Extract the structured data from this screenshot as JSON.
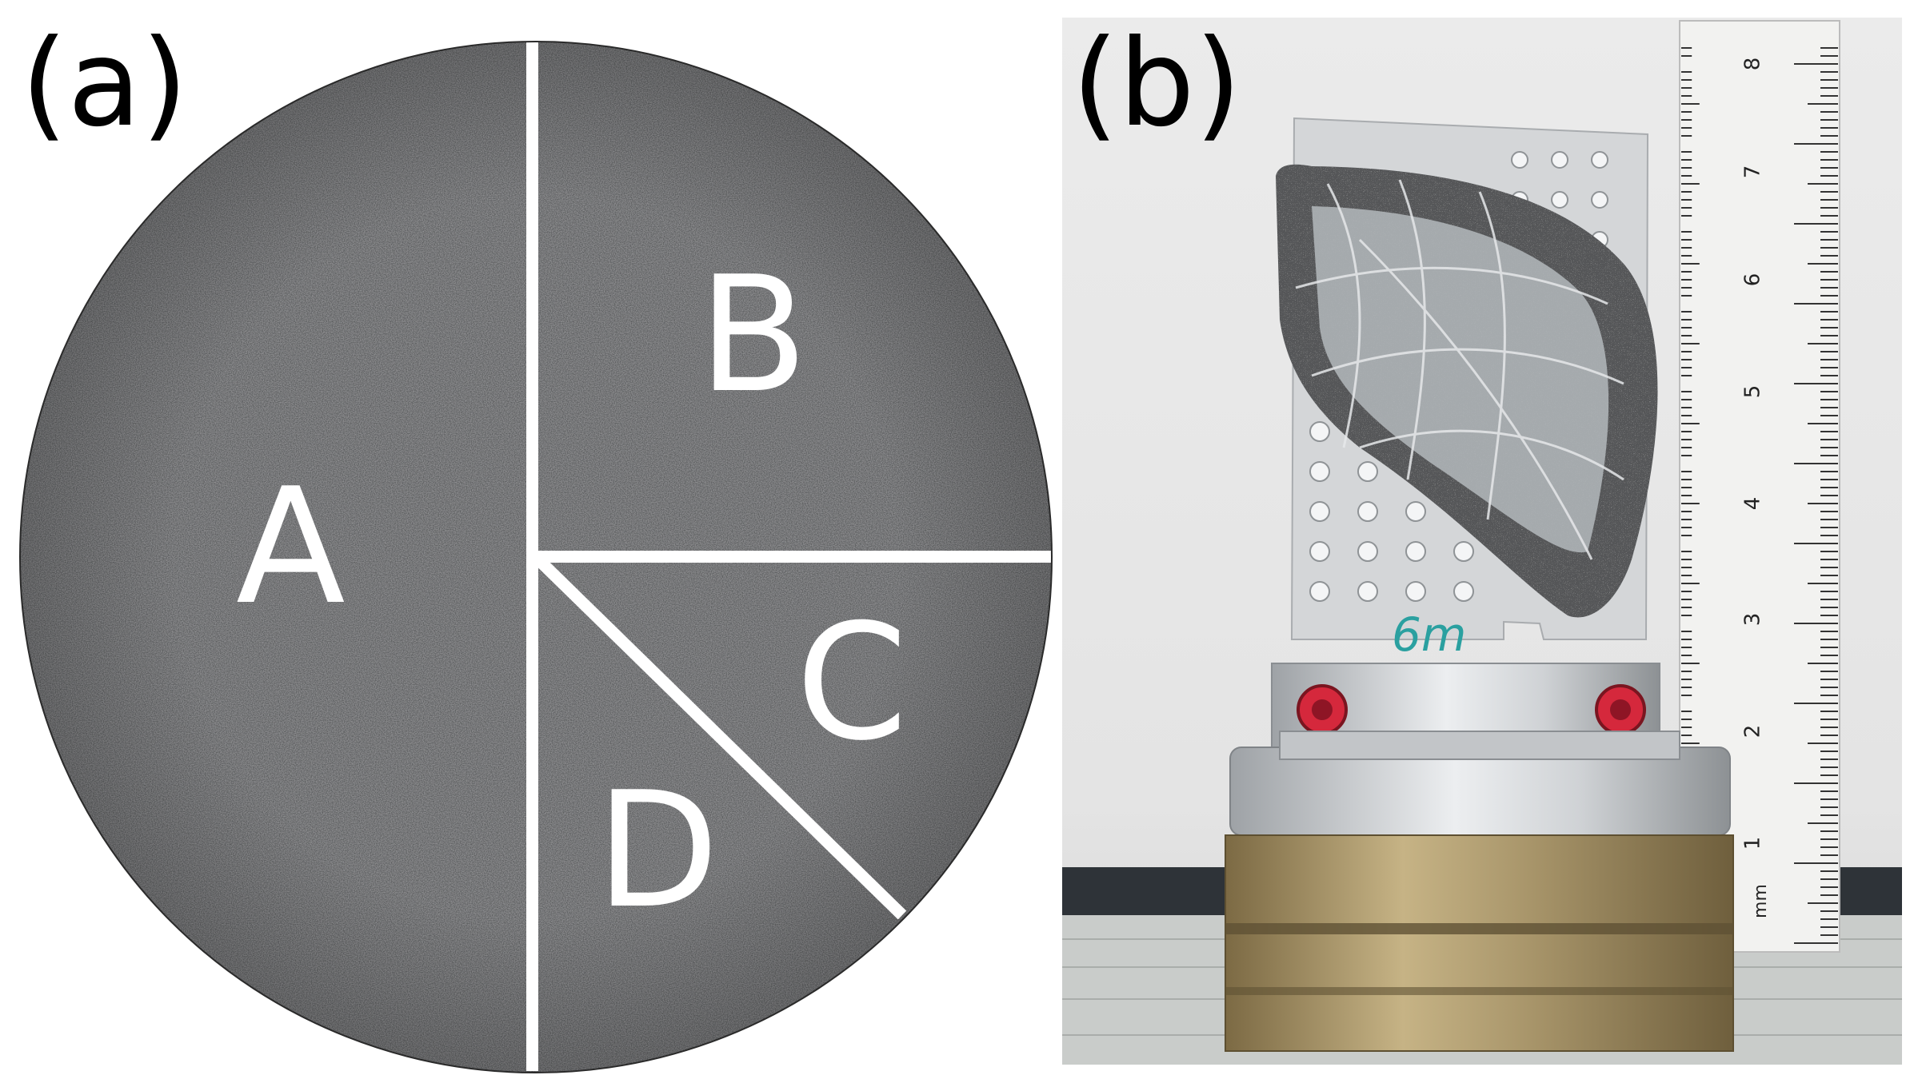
{
  "panels": {
    "a": {
      "label": "(a)"
    },
    "b": {
      "label": "(b)"
    }
  },
  "sectors": {
    "a": "A",
    "b": "B",
    "c": "C",
    "d": "D"
  },
  "ruler": {
    "numbers": [
      "1",
      "2",
      "3",
      "4",
      "5",
      "6",
      "7",
      "8"
    ],
    "unit": "mm"
  },
  "pen_mark": "6m",
  "colors": {
    "disk": "#5d5e60",
    "divider": "#ffffff",
    "aluminium": "#d2d4d6",
    "brass": "#a08d62",
    "screw": "#d5283c"
  }
}
